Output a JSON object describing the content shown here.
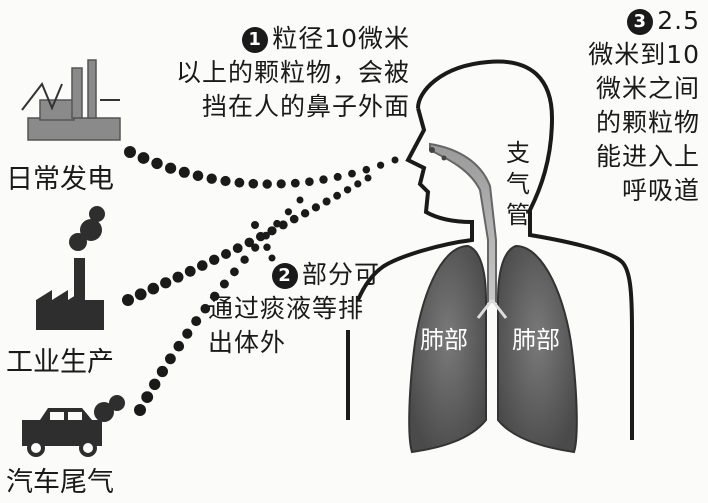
{
  "sources": {
    "power": "日常发电",
    "industry": "工业生产",
    "vehicle": "汽车尾气"
  },
  "notes": {
    "n1": {
      "num": "1",
      "lines": [
        "粒径10微米",
        "以上的颗粒物，会被",
        "挡在人的鼻子外面"
      ]
    },
    "n2": {
      "num": "2",
      "lines": [
        "部分可",
        "通过痰液等排",
        "出体外"
      ]
    },
    "n3": {
      "num": "3",
      "lines": [
        "2.5",
        "微米到10",
        "微米之间",
        "的颗粒物",
        "能进入上",
        "呼吸道"
      ]
    }
  },
  "anatomy": {
    "bronchus": [
      "支",
      "气",
      "管"
    ],
    "lung_left": "肺部",
    "lung_right": "肺部"
  }
}
